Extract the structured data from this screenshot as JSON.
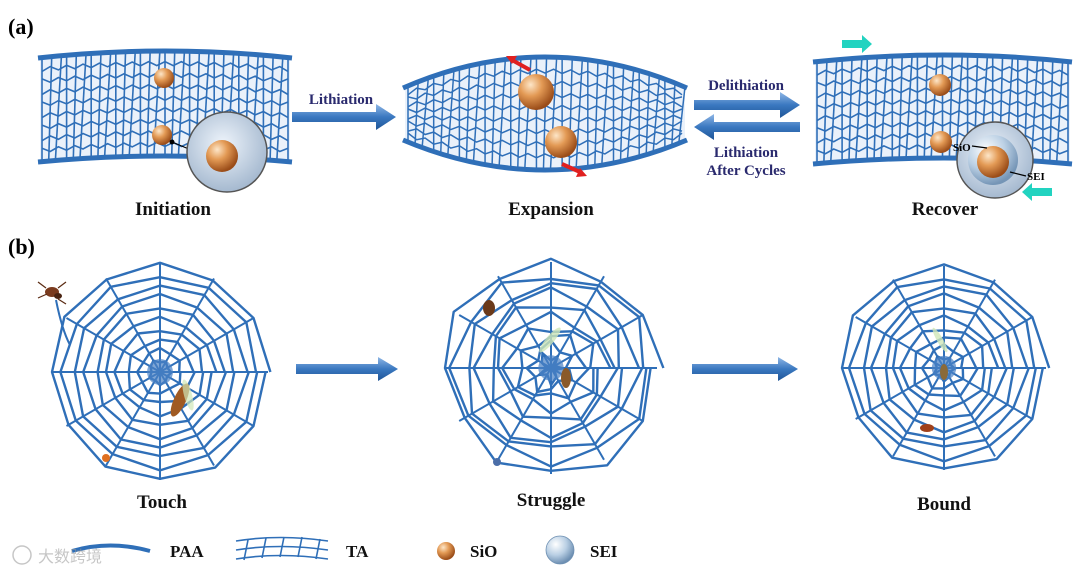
{
  "panel_a": {
    "label": "(a)",
    "stages": [
      "Initiation",
      "Expansion",
      "Recover"
    ],
    "arrow_labels": {
      "lithiation": "Lithiation",
      "delithiation": "Delithiation",
      "lithiation_after_cycles_line1": "Lithiation",
      "lithiation_after_cycles_line2": "After Cycles"
    },
    "inset_labels": {
      "sio": "SiO",
      "sei": "SEI"
    }
  },
  "panel_b": {
    "label": "(b)",
    "stages": [
      "Touch",
      "Struggle",
      "Bound"
    ]
  },
  "legend": {
    "paa": "PAA",
    "ta": "TA",
    "sio": "SiO",
    "sei": "SEI"
  },
  "watermark": "大数跨境",
  "colors": {
    "network_blue": "#2f6fb8",
    "arrow_blue": "#3a78c0",
    "label_navy": "#2a2a6e",
    "sio_orange": "#d9803a",
    "strain_red": "#e02020",
    "slide_cyan": "#22d3c0"
  }
}
